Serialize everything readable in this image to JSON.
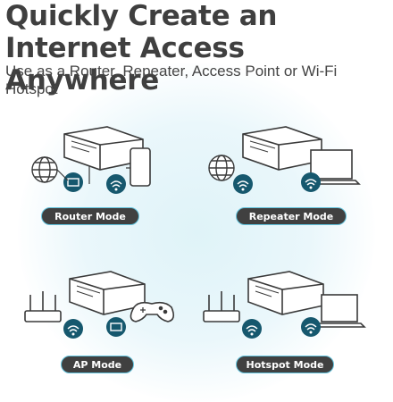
{
  "headline": "Quickly Create an Internet Access Anywhere",
  "subhead": "Use as a Router, Repeater, Access Point or Wi-Fi Hotspot",
  "modes": [
    {
      "label": "Router Mode",
      "icons": [
        "globe-icon",
        "router-device-icon",
        "ethernet-icon",
        "wifi-icon",
        "tablet-icon"
      ]
    },
    {
      "label": "Repeater Mode",
      "icons": [
        "globe-icon",
        "wifi-icon",
        "router-device-icon",
        "wifi-icon",
        "laptop-icon"
      ]
    },
    {
      "label": "AP Mode",
      "icons": [
        "antenna-router-icon",
        "router-device-icon",
        "wifi-icon",
        "ethernet-icon",
        "gamepad-icon"
      ]
    },
    {
      "label": "Hotspot Mode",
      "icons": [
        "antenna-router-icon",
        "router-device-icon",
        "wifi-icon",
        "wifi-icon",
        "laptop-icon"
      ]
    }
  ],
  "colors": {
    "accent": "#62c3dd",
    "dark": "#404040",
    "badge": "#16586e"
  }
}
